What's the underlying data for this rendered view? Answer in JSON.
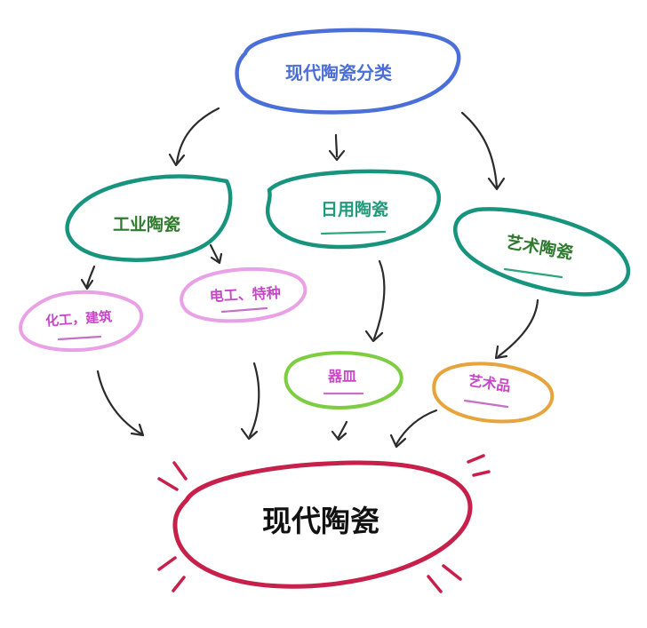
{
  "diagram": {
    "nodes": {
      "root_top": {
        "label": "现代陶瓷分类",
        "color": "#4a6fd8"
      },
      "industrial": {
        "label": "工业陶瓷",
        "color": "#17947e"
      },
      "daily": {
        "label": "日用陶瓷",
        "color": "#17947e"
      },
      "art": {
        "label": "艺术陶瓷",
        "color": "#17947e"
      },
      "chem_build": {
        "label": "化工，建筑",
        "color": "#c847c8"
      },
      "electric_special": {
        "label": "电工、特种",
        "color": "#c847c8"
      },
      "utensils": {
        "label": "器皿",
        "color": "#c847c8"
      },
      "artwork": {
        "label": "艺术品",
        "color": "#c847c8"
      },
      "modern_ceramics": {
        "label": "现代陶瓷",
        "color": "#111111"
      }
    },
    "colors": {
      "top_ellipse": "#4a6fd8",
      "level1_ellipse": "#17947e",
      "chem_ellipse": "#e9a0e6",
      "electric_ellipse": "#e9a0e6",
      "utensils_ellipse": "#7ccd3f",
      "artwork_ellipse": "#e7a43c",
      "bottom_ellipse": "#c7204a",
      "underline_green": "#2aa57d",
      "underline_purple": "#c56fc6",
      "arrow": "#2b2b2b"
    }
  }
}
